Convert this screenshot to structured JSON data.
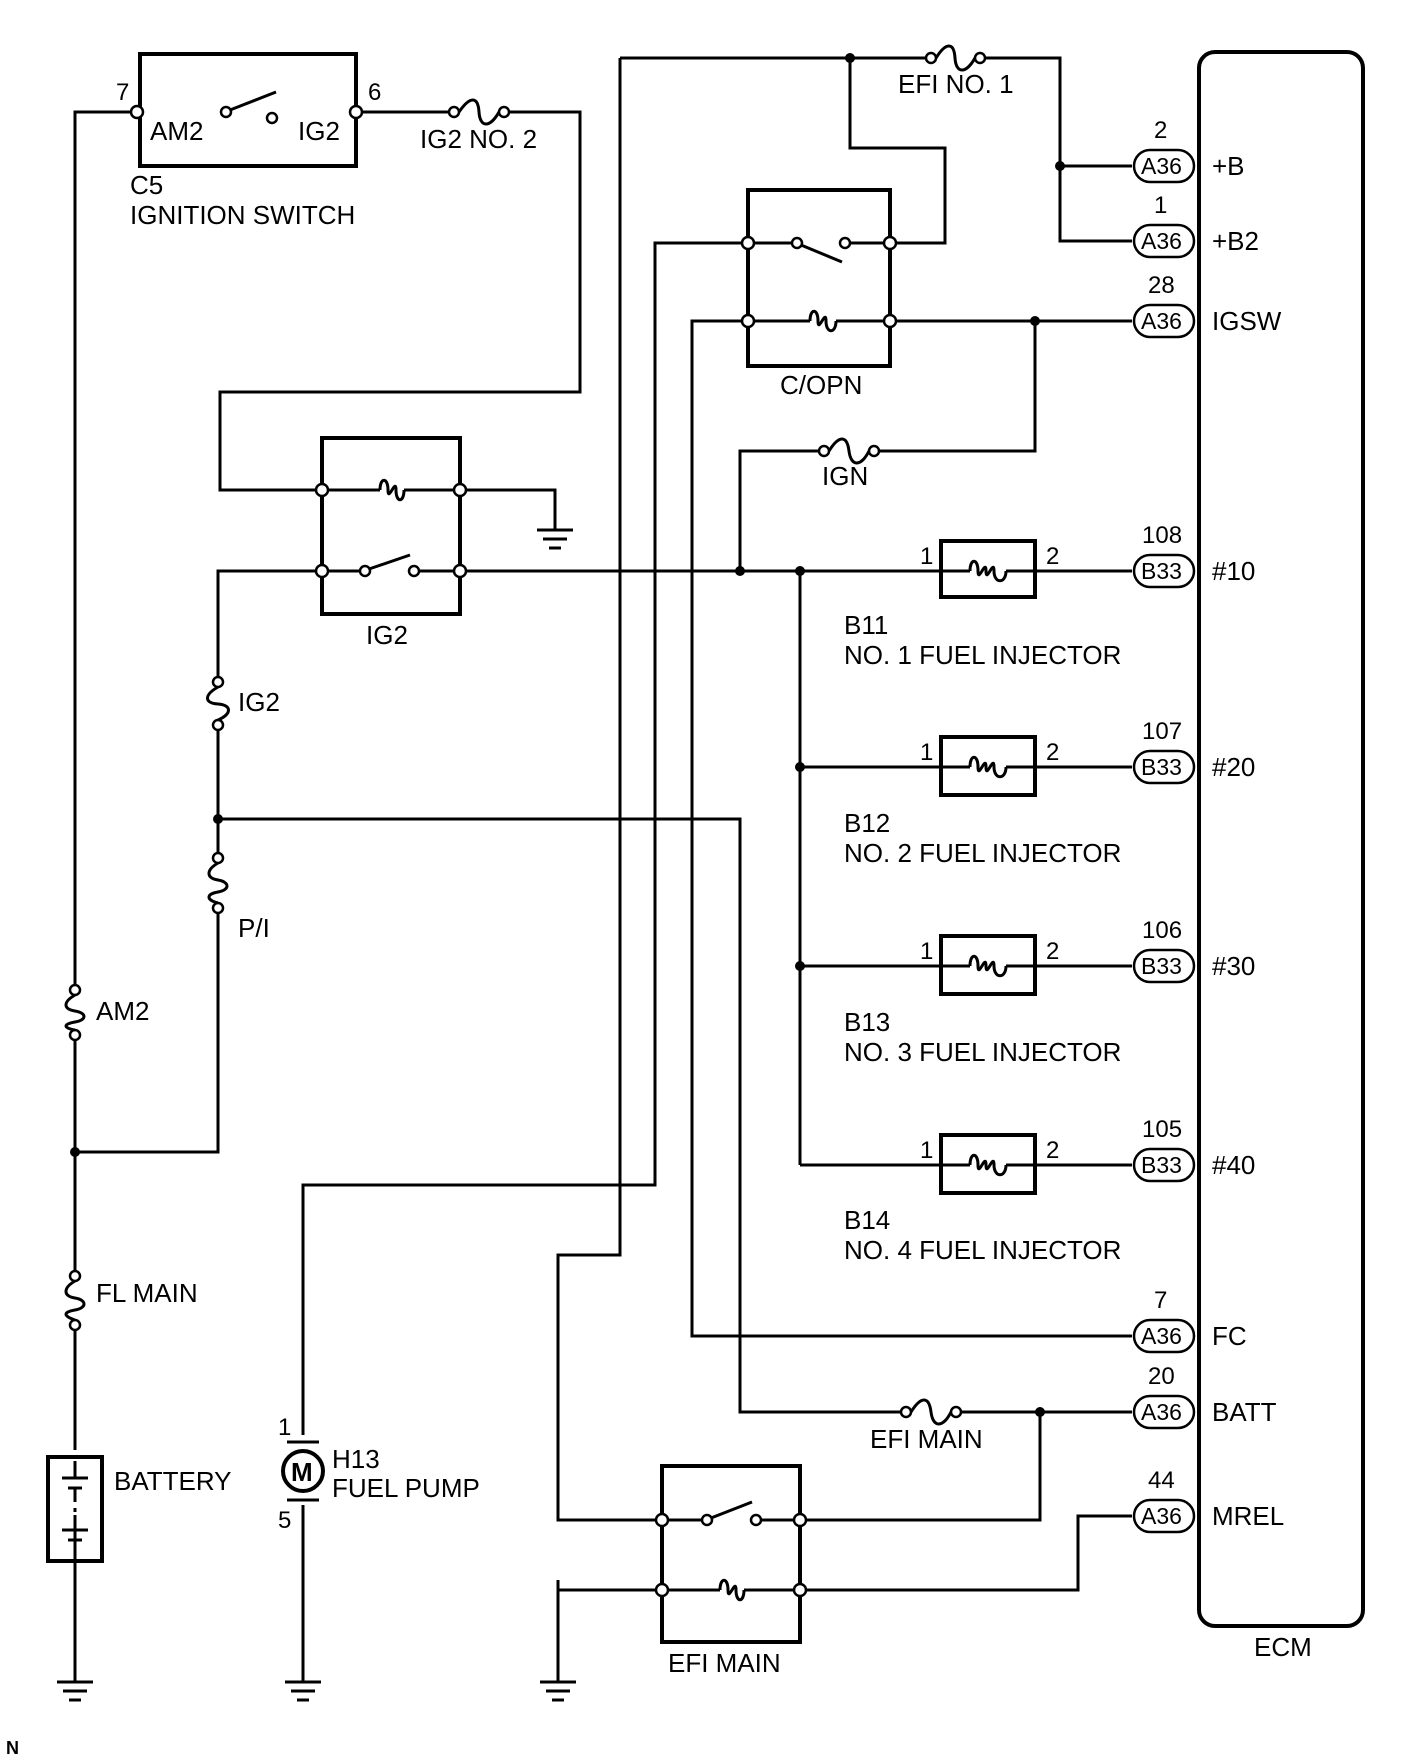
{
  "ignition_switch": {
    "code": "C5",
    "name": "IGNITION SWITCH",
    "pin_in": "7",
    "pin_out": "6",
    "term_in": "AM2",
    "term_out": "IG2"
  },
  "fuses": {
    "ig2_no2": "IG2 NO. 2",
    "efi_no1": "EFI NO. 1",
    "ign": "IGN",
    "ig2": "IG2",
    "pi": "P/I",
    "am2": "AM2",
    "fl_main": "FL MAIN",
    "efi_main": "EFI MAIN"
  },
  "relays": {
    "copn": "C/OPN",
    "ig2": "IG2",
    "efi_main": "EFI MAIN"
  },
  "battery": "BATTERY",
  "fuel_pump": {
    "code": "H13",
    "name": "FUEL PUMP",
    "pin_top": "1",
    "pin_bottom": "5",
    "symbol": "M"
  },
  "injectors": [
    {
      "code": "B11",
      "name": "NO. 1 FUEL INJECTOR",
      "pin1": "1",
      "pin2": "2",
      "ecm_pin": "108",
      "connector": "B33",
      "signal": "#10"
    },
    {
      "code": "B12",
      "name": "NO. 2 FUEL INJECTOR",
      "pin1": "1",
      "pin2": "2",
      "ecm_pin": "107",
      "connector": "B33",
      "signal": "#20"
    },
    {
      "code": "B13",
      "name": "NO. 3 FUEL INJECTOR",
      "pin1": "1",
      "pin2": "2",
      "ecm_pin": "106",
      "connector": "B33",
      "signal": "#30"
    },
    {
      "code": "B14",
      "name": "NO. 4 FUEL INJECTOR",
      "pin1": "1",
      "pin2": "2",
      "ecm_pin": "105",
      "connector": "B33",
      "signal": "#40"
    }
  ],
  "ecm": {
    "name": "ECM",
    "pins": [
      {
        "pin": "2",
        "connector": "A36",
        "signal": "+B"
      },
      {
        "pin": "1",
        "connector": "A36",
        "signal": "+B2"
      },
      {
        "pin": "28",
        "connector": "A36",
        "signal": "IGSW"
      },
      {
        "pin": "7",
        "connector": "A36",
        "signal": "FC"
      },
      {
        "pin": "20",
        "connector": "A36",
        "signal": "BATT"
      },
      {
        "pin": "44",
        "connector": "A36",
        "signal": "MREL"
      }
    ]
  },
  "corner_mark": "N"
}
